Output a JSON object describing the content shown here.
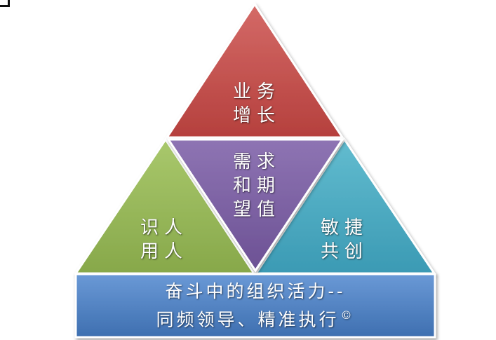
{
  "diagram": {
    "top": {
      "lines": [
        "业务",
        "增长"
      ],
      "color": "#c0504d"
    },
    "center": {
      "lines": [
        "需求",
        "和期",
        "望值"
      ],
      "color": "#8064a2"
    },
    "left": {
      "lines": [
        "识人",
        "用人"
      ],
      "color": "#9bbb59"
    },
    "right": {
      "lines": [
        "敏捷",
        "共创"
      ],
      "color": "#4bacc6"
    },
    "base": {
      "line1": "奋斗中的组织活力--",
      "line2": "同频领导、精准执行",
      "mark": "©",
      "color": "#4f81bd"
    }
  }
}
